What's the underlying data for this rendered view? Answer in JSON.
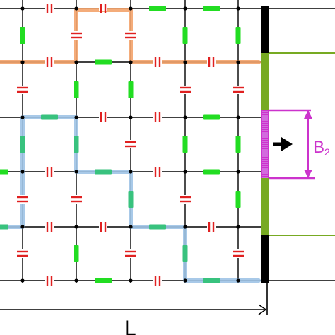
{
  "labels": {
    "length": "L",
    "field": "B",
    "field_sub": "2"
  },
  "colors": {
    "wire": "#000000",
    "capacitor": "#e02020",
    "inductor": "#22dd22",
    "path_orange": "#f3a36b",
    "path_blue": "#9ec3e6",
    "path_green_mix": "#38c27e",
    "magnet": "#cc33cc",
    "magnet_box": "#77aa22",
    "magnet_light": "#d9a3f0",
    "bar": "#000000"
  },
  "icons": {
    "arrow": "right-arrow-icon"
  }
}
